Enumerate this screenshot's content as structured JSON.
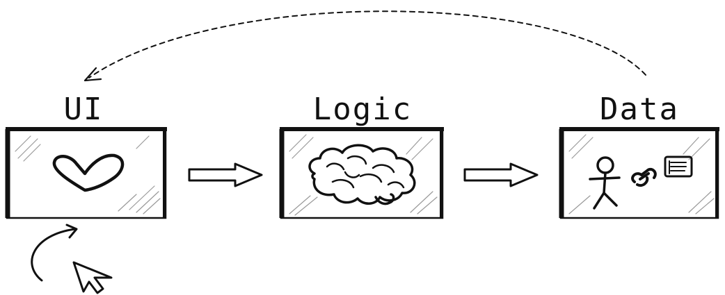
{
  "diagram": {
    "stages": [
      {
        "id": "ui",
        "label": "UI",
        "icon": "heart-icon"
      },
      {
        "id": "logic",
        "label": "Logic",
        "icon": "brain-icon"
      },
      {
        "id": "data",
        "label": "Data",
        "icon": "person-link-document-icon"
      }
    ],
    "flows": [
      {
        "from": "ui",
        "to": "logic",
        "style": "solid-double-arrow"
      },
      {
        "from": "logic",
        "to": "data",
        "style": "solid-double-arrow"
      },
      {
        "from": "data",
        "to": "ui",
        "style": "dashed-curved-arrow"
      }
    ],
    "user_input": {
      "icon": "mouse-cursor-icon",
      "target": "ui"
    },
    "colors": {
      "ink": "#111111",
      "hatch": "#9a9a9a",
      "background": "#ffffff"
    }
  }
}
